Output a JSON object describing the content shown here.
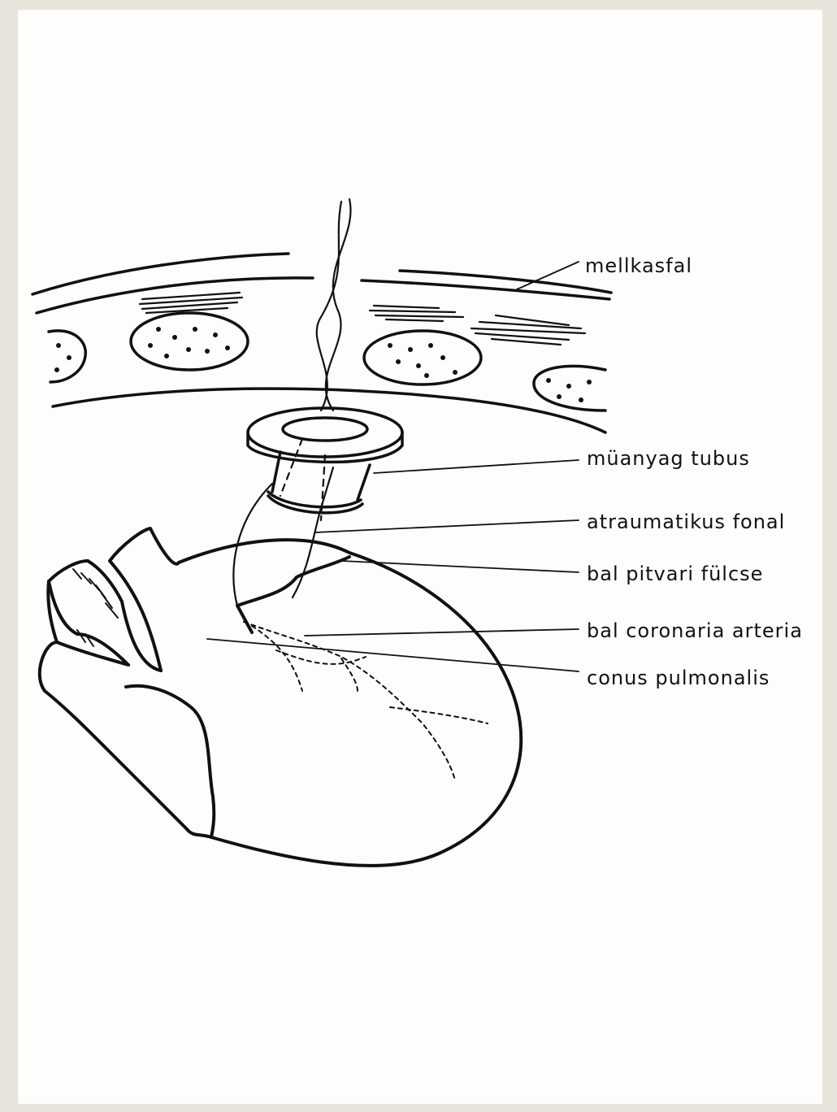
{
  "labels": {
    "chest_wall": "mellkasfal",
    "plastic_tube": "müanyag tubus",
    "suture": "atraumatikus fonal",
    "left_atrial_appendage": "bal pitvari fülcse",
    "left_coronary_artery": "bal coronaria arteria",
    "conus": "conus pulmonalis"
  },
  "colors": {
    "ink": "#111111",
    "paper": "#fdfdfb",
    "frame": "#e6e3da"
  }
}
